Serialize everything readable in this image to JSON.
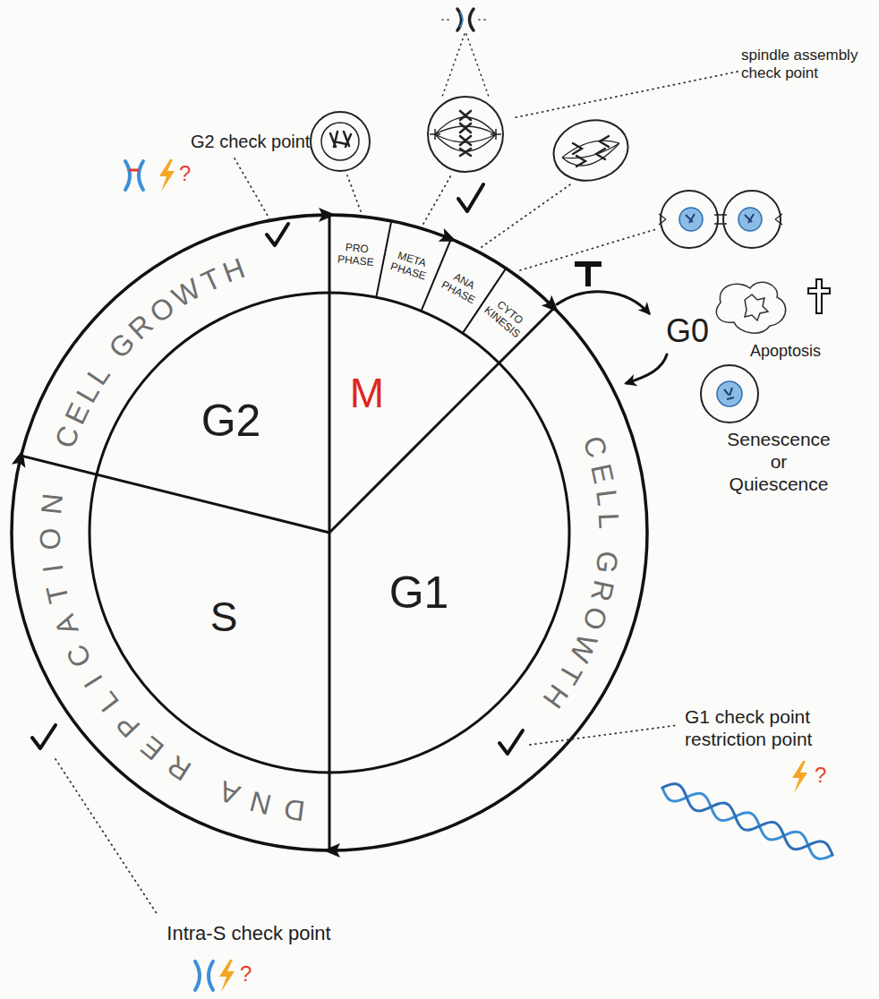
{
  "diagram": {
    "labels": [
      "G2 check point",
      "?",
      "spindle assembly check point",
      "PRO PHASE",
      "META PHASE",
      "ANA PHASE",
      "CYTO KINESIS",
      "CELL GROWTH",
      "M",
      "G2",
      "G0",
      "Apoptosis",
      "Senescence or Quiescence",
      "DNA REPLICATION",
      "S",
      "G1",
      "CELL GROWTH",
      "G1 check point restriction point",
      "?",
      "Intra-S check point",
      "?"
    ]
  }
}
